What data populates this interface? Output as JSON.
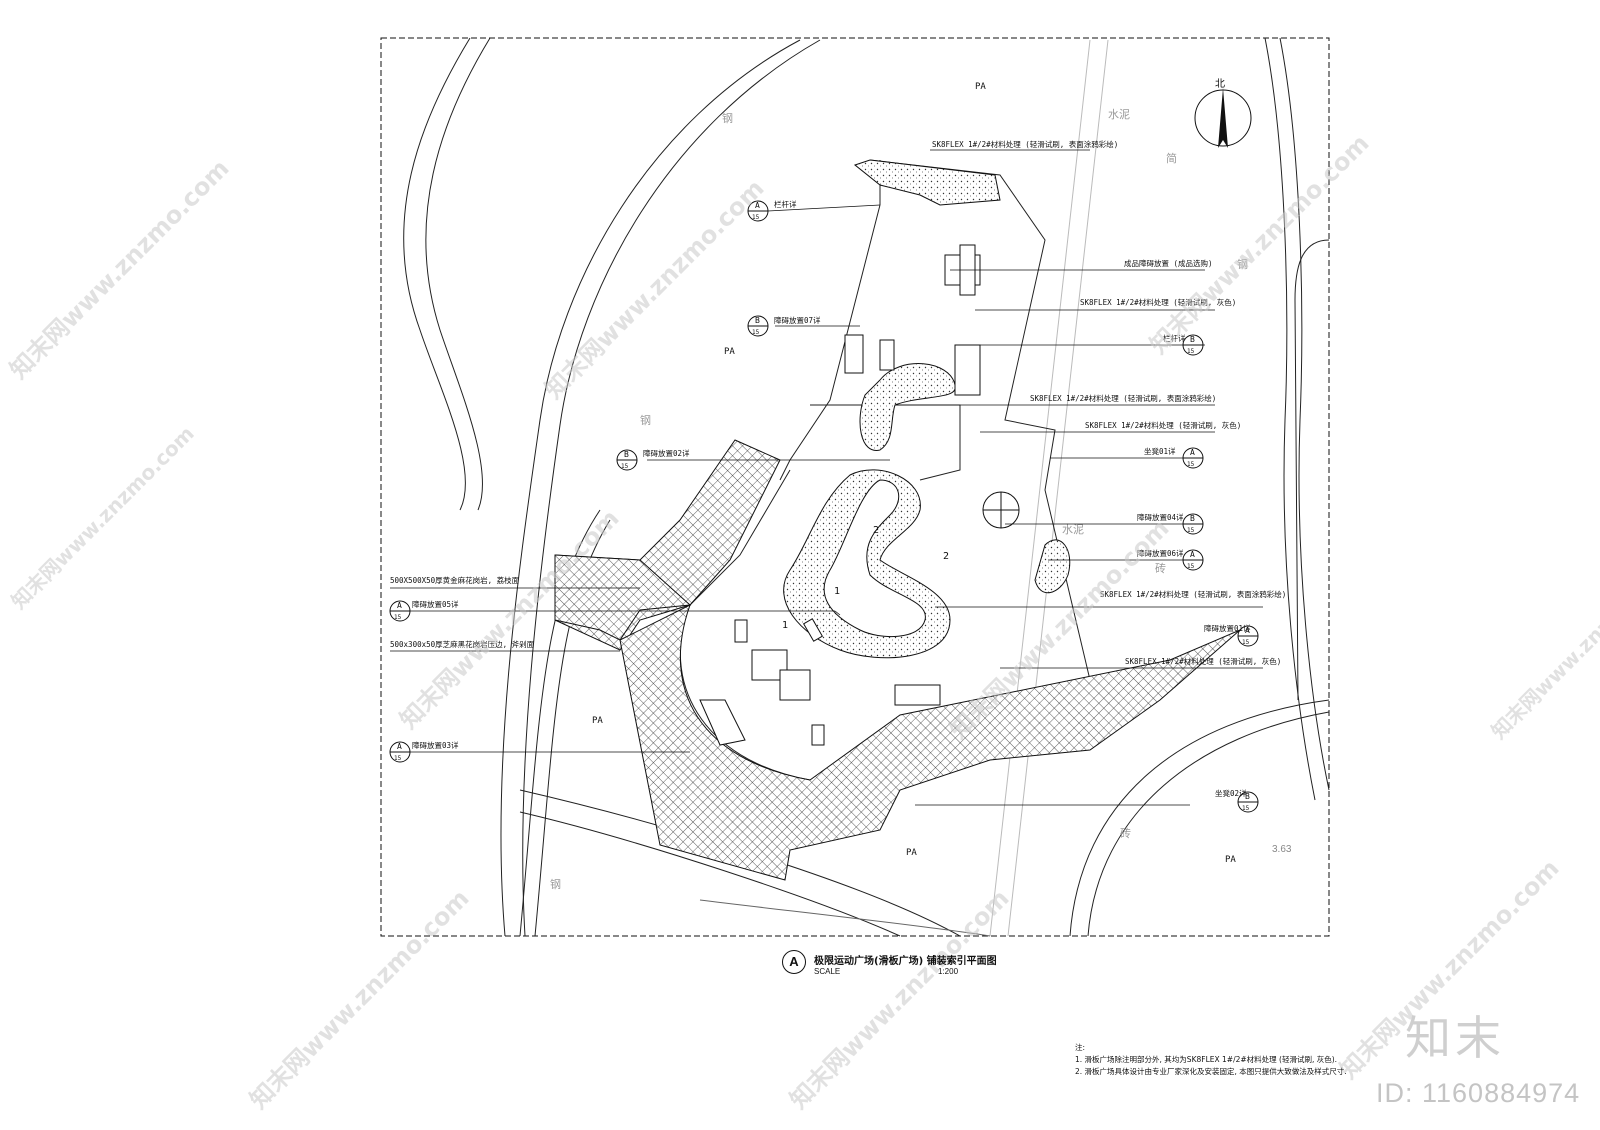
{
  "drawing": {
    "title": "极限运动广场(滑板广场) 铺装索引平面图",
    "title_symbol": "A",
    "scale_label": "SCALE",
    "scale_value": "1:200",
    "north_label": "北",
    "elevation": "3.63"
  },
  "zone_labels": [
    "PA",
    "PA",
    "PA",
    "PA",
    "PA"
  ],
  "material_labels": [
    "水泥",
    "简",
    "钢",
    "钢",
    "钢",
    "钢",
    "水泥",
    "砖",
    "砖"
  ],
  "callouts": {
    "sk8flex_top": "SK8FLEX 1#/2#材料处理 (轻滑试刷, 表面涂鸦彩绘)",
    "sk8flex_grey_1": "SK8FLEX 1#/2#材料处理 (轻滑试刷, 灰色)",
    "sk8flex_paint_2": "SK8FLEX 1#/2#材料处理 (轻滑试刷, 表面涂鸦彩绘)",
    "sk8flex_grey_2": "SK8FLEX 1#/2#材料处理 (轻滑试刷, 灰色)",
    "sk8flex_paint_3": "SK8FLEX 1#/2#材料处理 (轻滑试刷, 表面涂鸦彩绘)",
    "sk8flex_grey_3": "SK8FLEX 1#/2#材料处理 (轻滑试刷, 灰色)",
    "rail_left": "栏杆详",
    "obstacle_b7": "障碍放置07详",
    "obstacle_b2": "障碍放置02详",
    "obstacle_b5": "障碍放置05详",
    "obstacle_b3": "障碍放置03详",
    "finished_obstacle": "成品障碍放置 (成品选购)",
    "rail_right": "栏杆详",
    "seat_01": "坐凳01详",
    "obstacle_04": "障碍放置04详",
    "obstacle_06": "障碍放置06详",
    "obstacle_01": "障碍放置01详",
    "seat_02": "坐凳02详",
    "paving_500": "500X500X50厚黄金麻花岗岩, 荔枝面",
    "paving_300": "500x300x50厚芝麻黑花岗岩压边, 斧剁面"
  },
  "markers": {
    "num_1": "1",
    "num_2": "2",
    "A": "A",
    "B": "B",
    "sheet": "15"
  },
  "notes": {
    "heading": "注:",
    "line1": "1. 滑板广场除注明部分外, 其均为SK8FLEX 1#/2#材料处理 (轻滑试刷, 灰色).",
    "line2": "2. 滑板广场具体设计由专业厂家深化及安装固定, 本图只提供大致做法及样式尺寸."
  },
  "branding": {
    "logo_text": "知末",
    "id_text": "ID: 1160884974",
    "watermark": "知末网www.znzmo.com"
  }
}
